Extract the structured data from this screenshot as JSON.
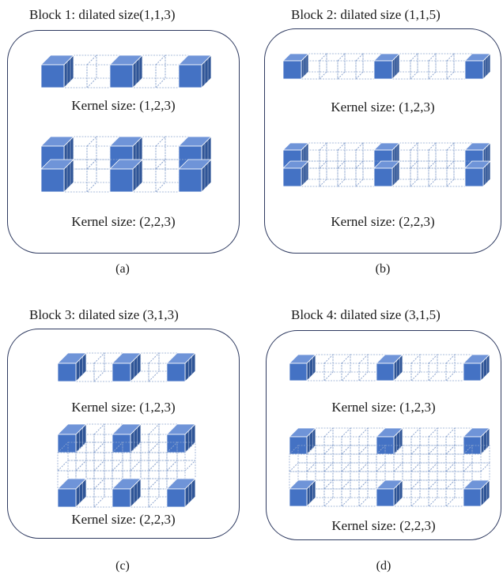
{
  "colors": {
    "cube_front": "#4472c4",
    "cube_top": "#6f94d8",
    "cube_side": "#2f5597",
    "wire": "#8ea6cf",
    "panel_border": "#2e3a60"
  },
  "panels": [
    {
      "title": "Block 1: dilated size(1,1,3)",
      "kernel_top": "Kernel size: (1,2,3)",
      "kernel_bottom": "Kernel size: (2,2,3)",
      "caption": "(a)"
    },
    {
      "title": "Block 2: dilated size (1,1,5)",
      "kernel_top": "Kernel size: (1,2,3)",
      "kernel_bottom": "Kernel size: (2,2,3)",
      "caption": "(b)"
    },
    {
      "title": "Block 3: dilated size (3,1,3)",
      "kernel_top": "Kernel size: (1,2,3)",
      "kernel_bottom": "Kernel size: (2,2,3)",
      "caption": "(c)"
    },
    {
      "title": "Block 4: dilated size (3,1,5)",
      "kernel_top": "Kernel size: (1,2,3)",
      "kernel_bottom": "Kernel size: (2,2,3)",
      "caption": "(d)"
    }
  ]
}
